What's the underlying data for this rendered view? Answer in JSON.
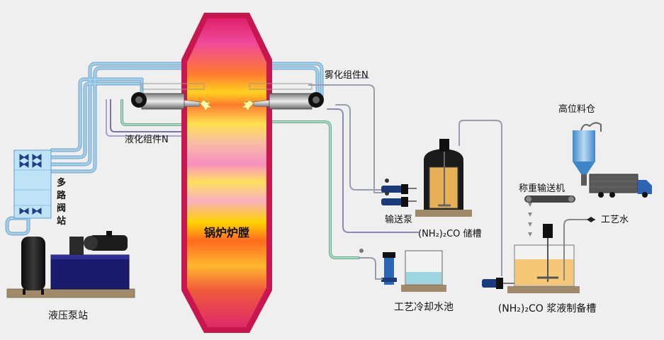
{
  "labels": {
    "furnace": "锅炉炉膛",
    "atomizer": "雾化组件N",
    "liquefier": "液化组件N",
    "valve_station_chars": [
      "多",
      "路",
      "阀",
      "站"
    ],
    "hydraulic_station": "液压泵站",
    "transfer_pump": "输送泵",
    "storage_tank": "(NH₂)₂CO  储槽",
    "cooling_pool": "工艺冷却水池",
    "slurry_tank": "(NH₂)₂CO 浆液制备槽",
    "high_silo": "高位料仓",
    "weigh_conveyor": "称重输送机",
    "process_water": "工艺水"
  },
  "colors": {
    "background": "#efefef",
    "pipe_blue": "#8fc8ec",
    "pipe_green": "#9bd0b8",
    "pipe_purple": "#8e88b8",
    "furnace_shell": "#c8174f",
    "tank_dark": "#1b1b1b",
    "valve_panel": "#bfe2f7",
    "hydraulic_tank": "#1a1a6e",
    "slurry": "#f6c776"
  }
}
